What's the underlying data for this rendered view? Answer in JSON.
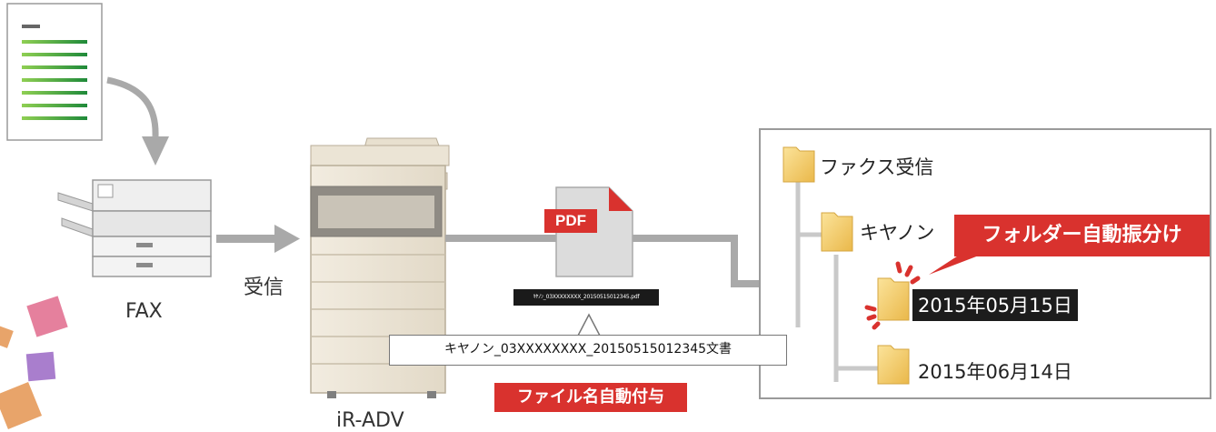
{
  "diagram": {
    "fax_label": "FAX",
    "receive_label": "受信",
    "device_label": "iR-ADV",
    "pdf_tag": "PDF",
    "filename_small": "ｷﾔﾉﾝ_03XXXXXXXX_20150515012345.pdf",
    "filename_full": "キヤノン_03XXXXXXXX_20150515012345文書",
    "banner_filename": "ファイル名自動付与",
    "banner_folder": "フォルダー自動振分け",
    "tree": {
      "root": "ファクス受信",
      "child": "キヤノン",
      "date_selected": "2015年05月15日",
      "date_other": "2015年06月14日"
    }
  },
  "colors": {
    "accent_red": "#d9322e",
    "doc_green": "#3c9a3c",
    "arrow_gray": "#a9a9a9",
    "folder_yellow": "#f2c65a"
  }
}
